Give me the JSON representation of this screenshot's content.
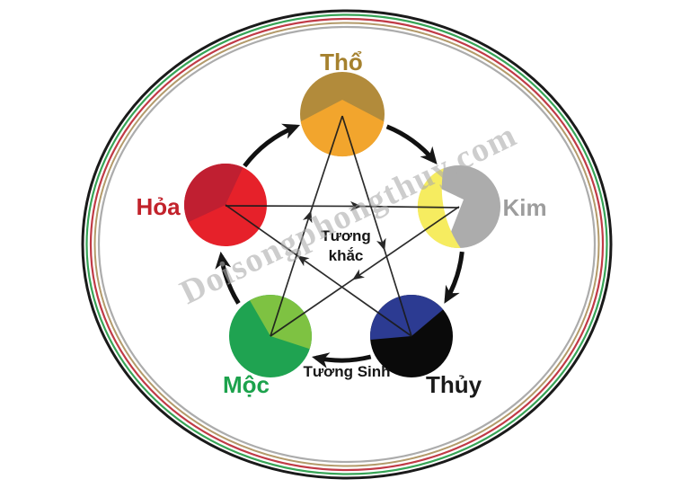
{
  "watermark": "Doisongphongthuy.com",
  "center_label": {
    "line1": "Tương",
    "line2": "khắc"
  },
  "sinh_label": "Tương Sinh",
  "elements": {
    "tho": {
      "label": "Thổ",
      "label_color": "#A5812E",
      "base_color": "#B28B3B",
      "wedge_color": "#F2A52D"
    },
    "kim": {
      "label": "Kim",
      "label_color": "#9D9D9D",
      "base_color": "#ACACAC",
      "wedge_color": "#F6EC60"
    },
    "thuy": {
      "label": "Thủy",
      "label_color": "#1A1A1A",
      "base_color": "#0A0A0A",
      "wedge_color": "#2C3B92"
    },
    "moc": {
      "label": "Mộc",
      "label_color": "#1CA24C",
      "base_color": "#1FA351",
      "wedge_color": "#7EC242"
    },
    "hoa": {
      "label": "Hỏa",
      "label_color": "#C2222B",
      "base_color": "#E6212A",
      "wedge_color": "#C01F31"
    }
  },
  "rings": [
    "#1A1A1A",
    "#37A456",
    "#C03A46",
    "#B39A6A",
    "#ACACAC"
  ],
  "arrow_color": "#161616"
}
